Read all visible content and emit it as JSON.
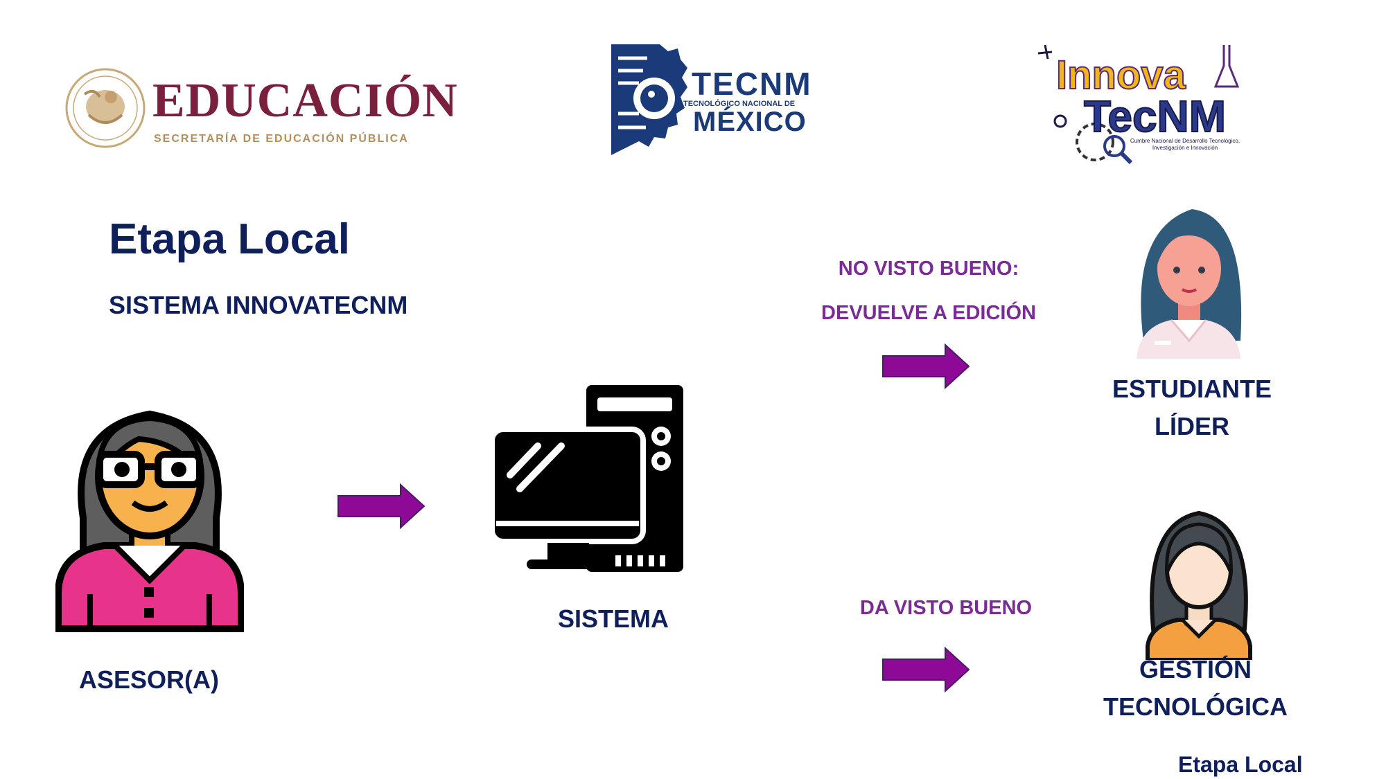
{
  "logos": {
    "sep": {
      "title": "EDUCACIÓN",
      "subtitle": "SECRETARÍA DE EDUCACIÓN PÚBLICA",
      "seal_icon": "mexico-seal-icon"
    },
    "tecnm": {
      "line1": "TECNM",
      "line2": "TECNOLÓGICO NACIONAL DE",
      "line3": "MÉXICO",
      "emblem_icon": "tecnm-emblem-icon"
    },
    "innova": {
      "line1": "Innova",
      "line2": "TecNM",
      "tagline": "Cumbre Nacional de Desarrollo Tecnológico, Investigación e Innovación"
    }
  },
  "heading": {
    "title": "Etapa Local",
    "subtitle": "SISTEMA INNOVATECNM"
  },
  "nodes": {
    "asesor": {
      "label": "ASESOR(A)",
      "icon": "teacher-woman-icon"
    },
    "sistema": {
      "label": "SISTEMA",
      "icon": "desktop-computer-icon"
    },
    "estudiante": {
      "label_line1": "ESTUDIANTE",
      "label_line2": "LÍDER",
      "icon": "student-woman-icon"
    },
    "gestion": {
      "label_line1": "GESTIÓN",
      "label_line2": "TECNOLÓGICA",
      "icon": "woman-avatar-icon"
    }
  },
  "edges": {
    "no_visto_bueno_line1": "NO VISTO BUENO:",
    "no_visto_bueno_line2": "DEVUELVE A EDICIÓN",
    "da_visto_bueno": "DA VISTO BUENO"
  },
  "footer": "Etapa Local",
  "colors": {
    "navy": "#0f1f5c",
    "purple_text": "#7a2b96",
    "arrow": "#8e0a96",
    "sep_maroon": "#7a1f3c",
    "sep_gold": "#b38e5d",
    "tecnm_blue": "#1b3a7a"
  }
}
